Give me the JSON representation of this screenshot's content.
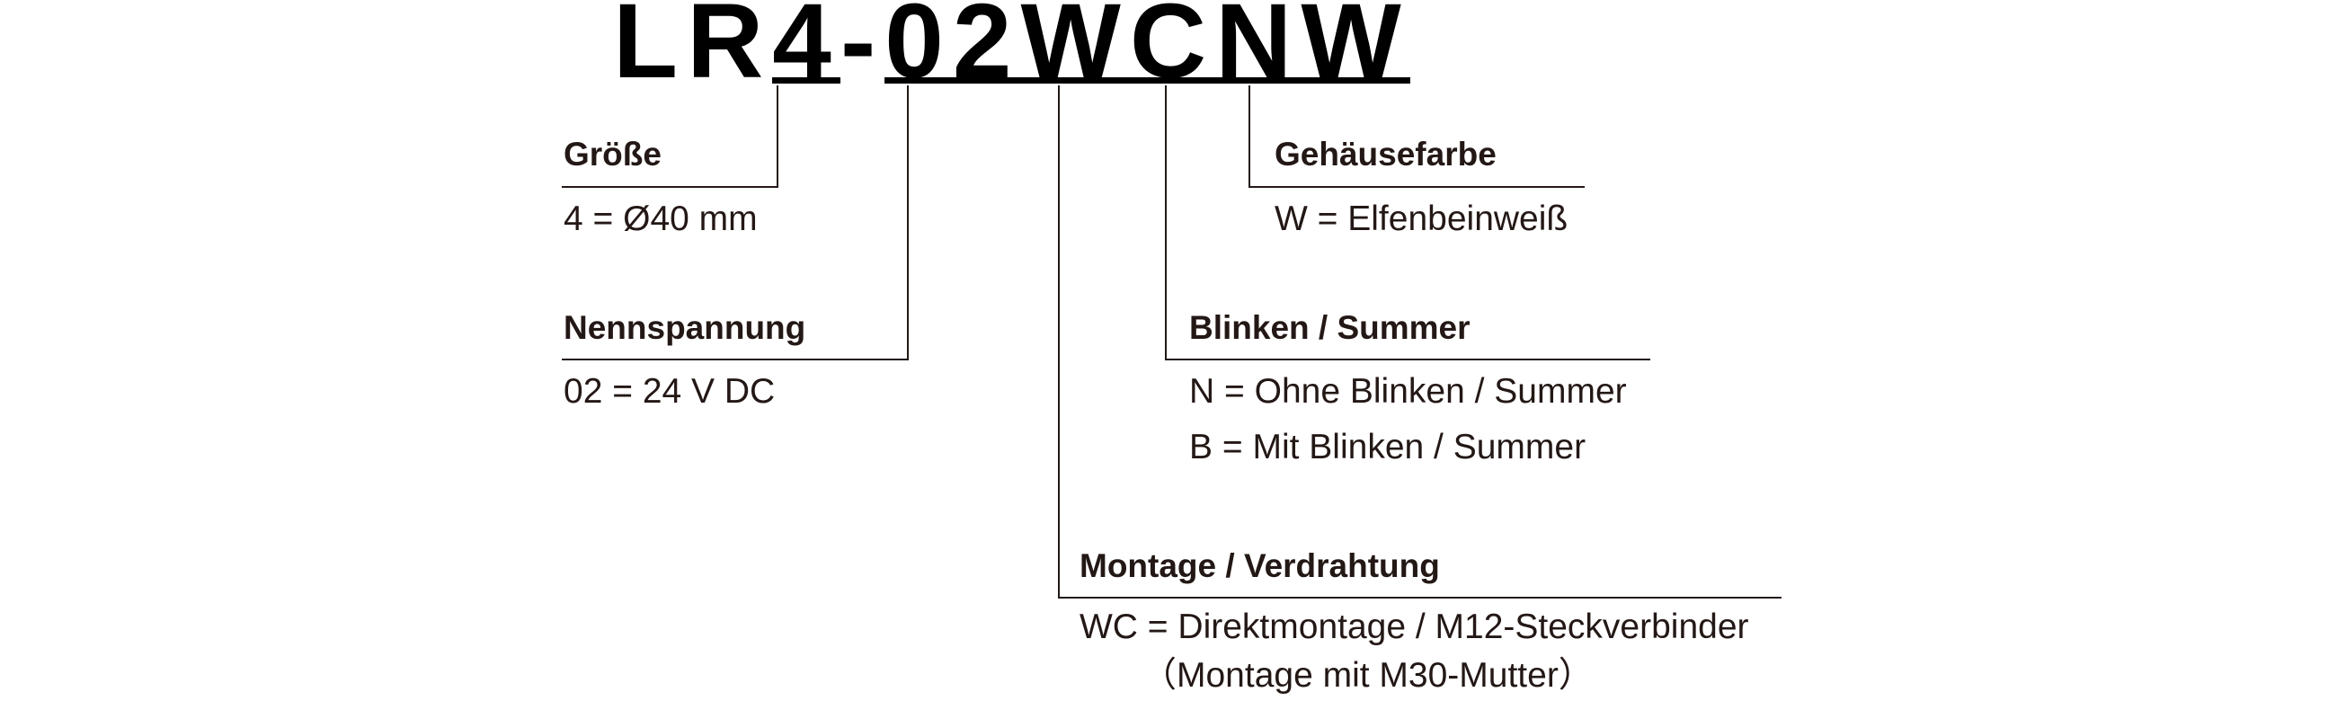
{
  "model_code": {
    "prefix": "LR",
    "size": "4",
    "dash": "-",
    "voltage": "02",
    "mounting": "WC",
    "blink": "N",
    "color": "W"
  },
  "groups": {
    "size": {
      "heading": "Größe",
      "options": [
        "4 = Ø40 mm"
      ]
    },
    "voltage": {
      "heading": "Nennspannung",
      "options": [
        "02 = 24 V DC"
      ]
    },
    "mounting": {
      "heading": "Montage / Verdrahtung",
      "options": [
        "WC = Direktmontage / M12-Steckverbinder",
        "（Montage mit M30-Mutter）"
      ]
    },
    "blink": {
      "heading": "Blinken / Summer",
      "options": [
        "N = Ohne Blinken / Summer",
        "B = Mit Blinken / Summer"
      ]
    },
    "color": {
      "heading": "Gehäusefarbe",
      "options": [
        "W = Elfenbeinweiß"
      ]
    }
  }
}
